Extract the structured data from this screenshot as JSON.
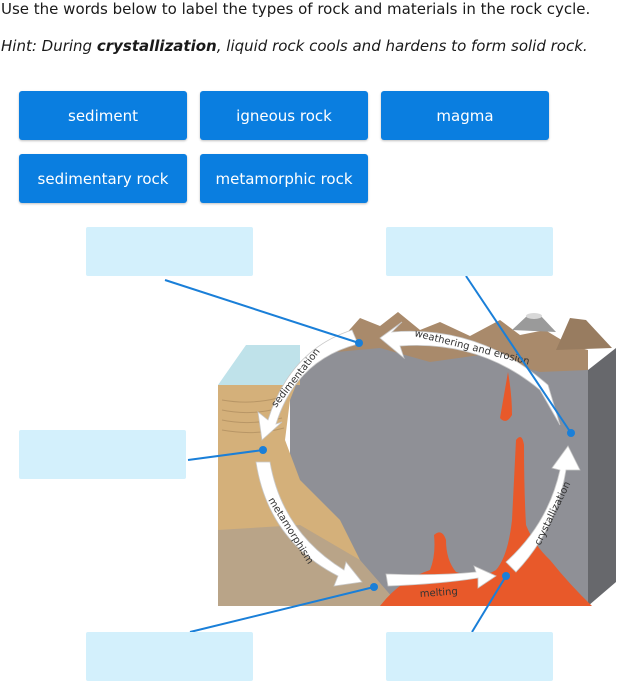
{
  "instructions": {
    "text": "Use the words below to label the types of rock and materials in the rock cycle.",
    "hint_prefix": "Hint: During ",
    "hint_term": "crystallization",
    "hint_suffix": ", liquid rock cools and hardens to form solid rock."
  },
  "word_bank": [
    "sediment",
    "igneous rock",
    "magma",
    "sedimentary rock",
    "metamorphic rock"
  ],
  "drop_targets": [
    {
      "name": "drop-target-top-left",
      "value": ""
    },
    {
      "name": "drop-target-top-right",
      "value": ""
    },
    {
      "name": "drop-target-middle-left",
      "value": ""
    },
    {
      "name": "drop-target-bottom-left",
      "value": ""
    },
    {
      "name": "drop-target-bottom-right",
      "value": ""
    }
  ],
  "diagram": {
    "processes": {
      "weathering": "weathering and erosion",
      "sedimentation": "sedimentation",
      "metamorphism": "metamorphism",
      "melting": "melting",
      "crystallization": "crystallization"
    },
    "colors": {
      "leader_line": "#1a7fd8",
      "arrow_fill": "#ffffff",
      "magma": "#e8592a",
      "rock_gray": "#8f9096",
      "sediment_tan": "#d4b07a",
      "ground_brown": "#b9a488",
      "mountain": "#a98a6b",
      "water": "#bfe2ea"
    }
  }
}
